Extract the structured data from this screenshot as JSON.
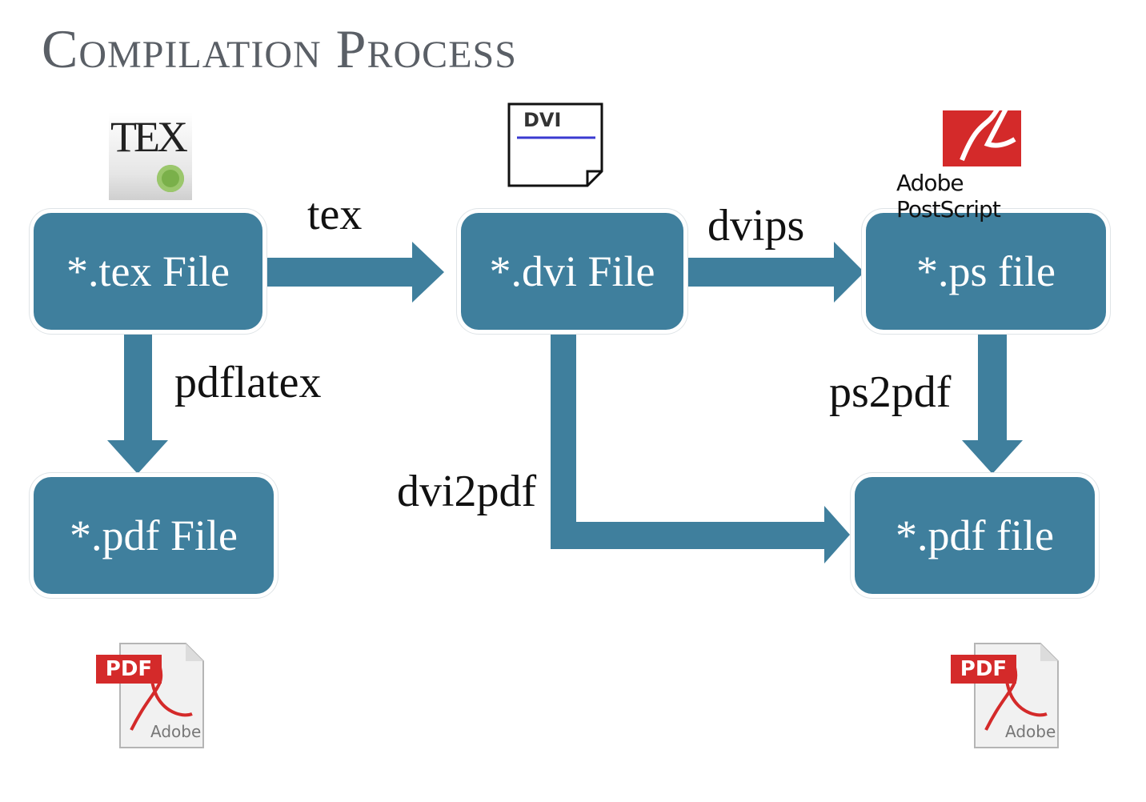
{
  "title": "Compilation Process",
  "nodes": {
    "tex_file": "*.tex File",
    "dvi_file": "*.dvi File",
    "ps_file": "*.ps file",
    "pdf_file_left": "*.pdf  File",
    "pdf_file_right": "*.pdf  file"
  },
  "edges": {
    "tex": "tex",
    "dvips": "dvips",
    "pdflatex": "pdflatex",
    "ps2pdf": "ps2pdf",
    "dvi2pdf": "dvi2pdf"
  },
  "logos": {
    "tex": "TEX",
    "dvi": "DVI",
    "postscript": "Adobe PostScript",
    "pdf_badge": "PDF",
    "adobe": "Adobe"
  },
  "colors": {
    "node_fill": "#3f7f9d",
    "title": "#5a5f66",
    "pdf_red": "#d42a2a"
  }
}
